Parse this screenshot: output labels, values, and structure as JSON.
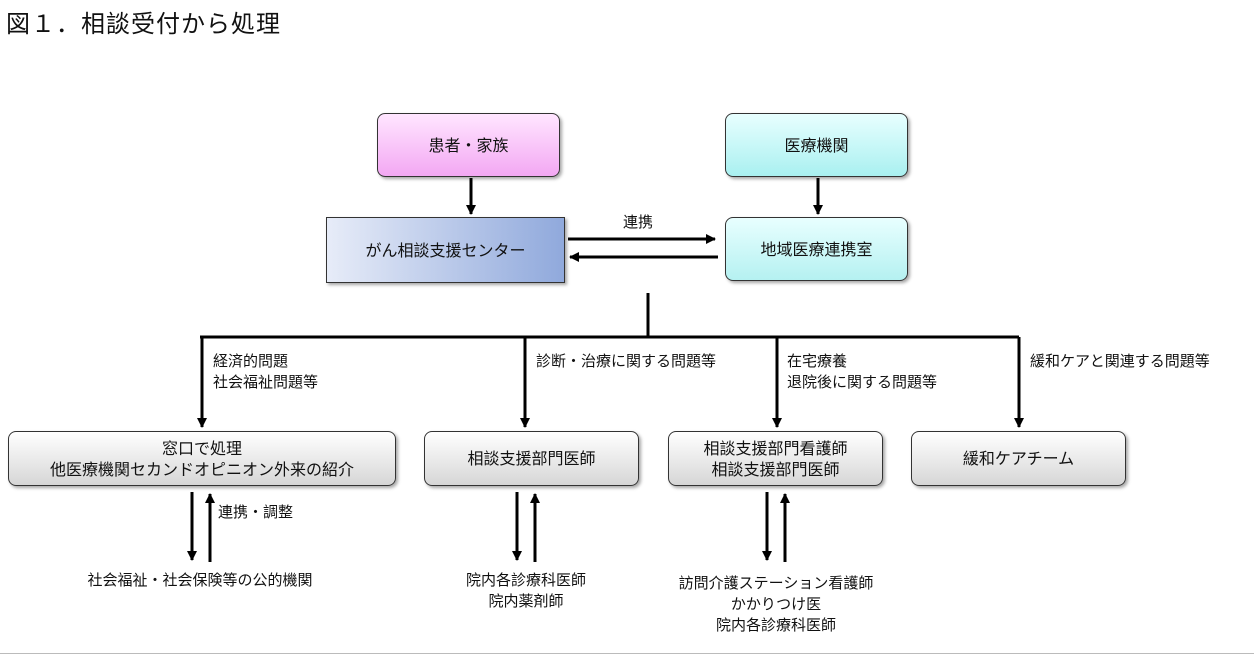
{
  "title": "図１．相談受付から処理",
  "nodes": {
    "patient": "患者・家族",
    "medical_institution": "医療機関",
    "cancer_center": "がん相談支援センター",
    "regional_office": "地域医療連携室",
    "counter": [
      "窓口で処理",
      "他医療機関セカンドオピニオン外来の紹介"
    ],
    "doctor": "相談支援部門医師",
    "nurse_doctor": [
      "相談支援部門看護師",
      "相談支援部門医師"
    ],
    "palliative_team": "緩和ケアチーム"
  },
  "edge_labels": {
    "renkei": "連携",
    "economic": [
      "経済的問題",
      "社会福祉問題等"
    ],
    "diagnosis": "診断・治療に関する問題等",
    "home_care": [
      "在宅療養",
      "退院後に関する問題等"
    ],
    "palliative": "緩和ケアと関連する問題等",
    "coordination": "連携・調整"
  },
  "destinations": {
    "public": "社会福祉・社会保険等の公的機関",
    "internal": [
      "院内各診療科医師",
      "院内薬剤師"
    ],
    "home_visit": [
      "訪問介護ステーション看護師",
      "かかりつけ医",
      "院内各診療科医師"
    ]
  },
  "colors": {
    "patient_top": "#ffe6ff",
    "patient_bottom": "#f3a8f3",
    "institution_top": "#e8ffff",
    "institution_bottom": "#a9f0f0",
    "center_left": "#e7ecf8",
    "center_right": "#90a9dc",
    "regional_top": "#e8ffff",
    "regional_bottom": "#b5f1f1"
  }
}
